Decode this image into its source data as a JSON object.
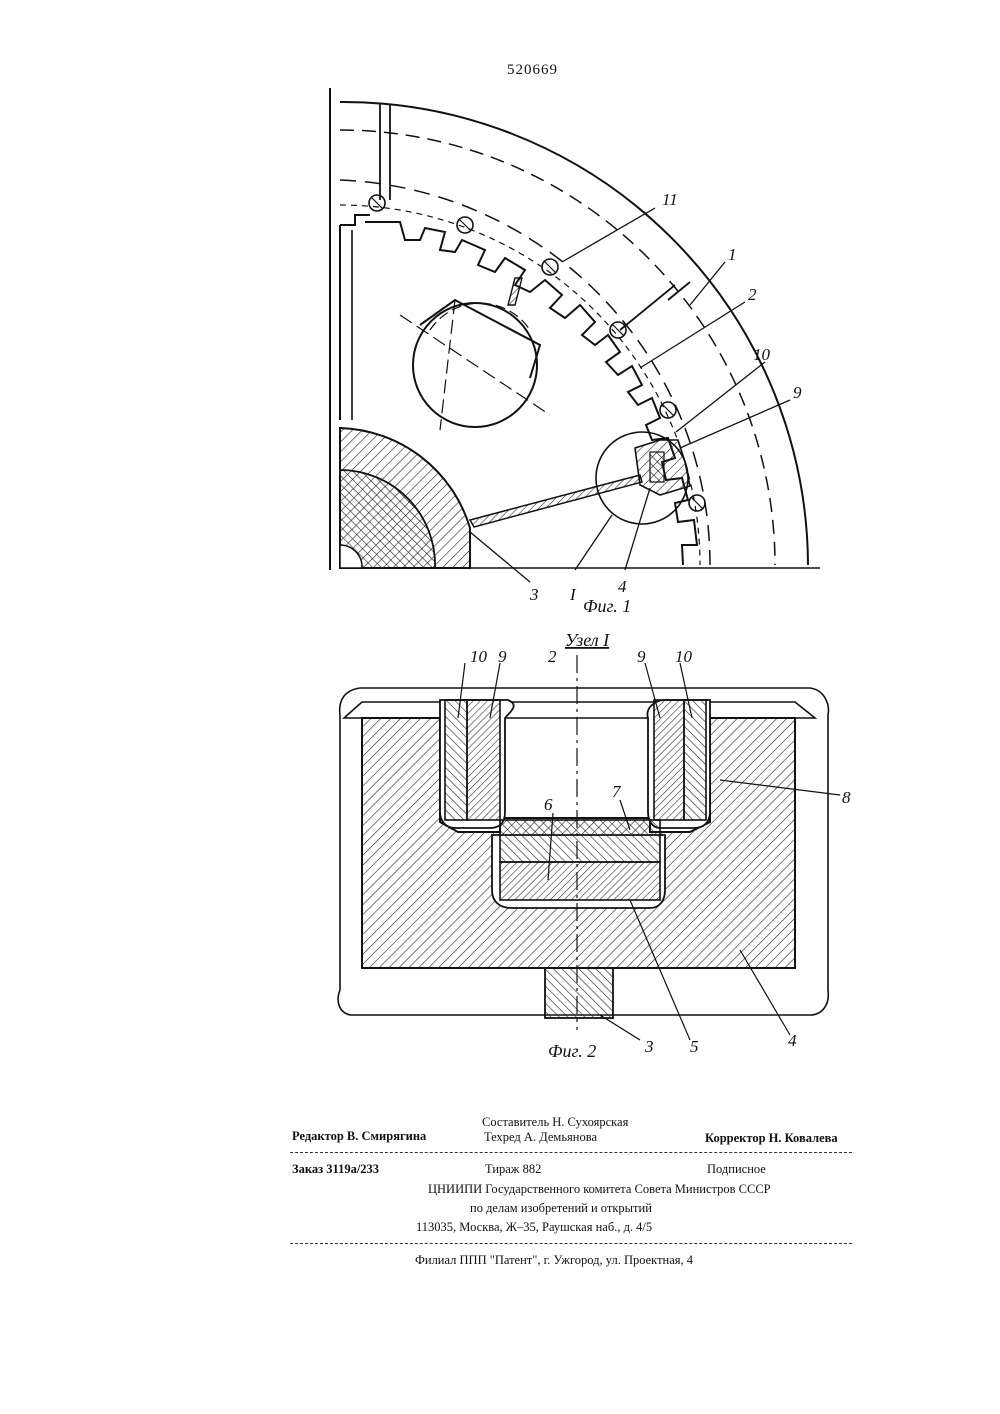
{
  "document": {
    "patent_number": "520669"
  },
  "figure1": {
    "caption": "Фиг. 1",
    "labels": [
      "11",
      "1",
      "2",
      "10",
      "9",
      "3",
      "I",
      "4"
    ]
  },
  "figure2": {
    "title": "Узел I",
    "caption": "Фиг. 2",
    "labels": [
      "10",
      "9",
      "2",
      "9",
      "10",
      "6",
      "7",
      "8",
      "3",
      "5",
      "4"
    ]
  },
  "imprint": {
    "editor": "Редактор В. Смирягина",
    "compiler": "Составитель Н. Сухоярская",
    "techred": "Техред А. Демьянова",
    "corrector": "Корректор Н. Ковалева",
    "order": "Заказ 3119а/233",
    "circulation": "Тираж 882",
    "subscription": "Подписное",
    "org_line1": "ЦНИИПИ Государственного комитета Совета Министров СССР",
    "org_line2": "по делам изобретений и открытий",
    "address": "113035, Москва, Ж–35, Раушская наб., д. 4/5",
    "branch": "Филиал ППП \"Патент\", г. Ужгород, ул. Проектная, 4"
  }
}
